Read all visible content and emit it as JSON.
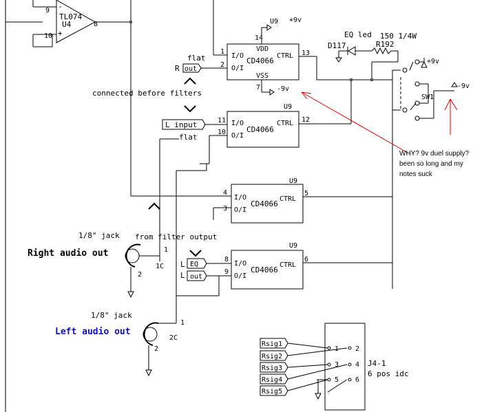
{
  "opamp": {
    "part": "TL074",
    "ref": "U4",
    "pin_minus": "9",
    "pin_plus": "10",
    "pin_out": "8",
    "minus_sign": "-",
    "plus_sign": "+"
  },
  "u9a": {
    "ref": "U9",
    "part": "CD4066",
    "io": "I/O",
    "oi": "O/I",
    "ctrl": "CTRL",
    "vdd": "VDD",
    "vss": "VSS",
    "p1": "1",
    "p2": "2",
    "p13": "13",
    "p14": "14",
    "p7": "7",
    "vplus": "+9v",
    "vminus": "-9v"
  },
  "u9b": {
    "ref": "U9",
    "part": "CD4066",
    "io": "I/O",
    "oi": "O/I",
    "ctrl": "CTRL",
    "p11": "11",
    "p10": "10",
    "p12": "12"
  },
  "u9c": {
    "ref": "U9",
    "part": "CD4066",
    "io": "I/O",
    "oi": "O/I",
    "ctrl": "CTRL",
    "p4": "4",
    "p3": "3",
    "p5": "5"
  },
  "u9d": {
    "ref": "U9",
    "part": "CD4066",
    "io": "I/O",
    "oi": "O/I",
    "ctrl": "CTRL",
    "p8": "8",
    "p9": "9",
    "p6": "6"
  },
  "led": {
    "ref": "D117",
    "label": "EQ led",
    "res_ref": "R192",
    "res_value": "150 1/4W"
  },
  "switch": {
    "ref": "SW1",
    "vplus": "+9v",
    "vminus": "-9v"
  },
  "connectors": {
    "r_out": "out",
    "r_prefix": "R",
    "l_input": "L input",
    "l_eq": "EQ",
    "l_out": "out",
    "l_prefix_1": "L",
    "l_prefix_2": "L",
    "flat_1": "flat",
    "flat_2": "flat"
  },
  "annotations": {
    "connected": "connected before filters",
    "from_filter": "from filter output",
    "why": "WHY? 9v duel supply?",
    "why2": "been so long and my",
    "why3": "notes suck"
  },
  "jack_right": {
    "label": "1/8\" jack",
    "title": "Right audio out",
    "ref": "1C",
    "pin1": "1",
    "pin2": "2"
  },
  "jack_left": {
    "label": "1/8\" jack",
    "title": "Left audio out",
    "ref": "2C",
    "pin1": "1",
    "pin2": "2",
    "title_color": "#1010c0"
  },
  "idc": {
    "ref": "J4-1",
    "desc": "6 pos idc",
    "signals": [
      "Rsig1",
      "Rsig2",
      "Rsig3",
      "Rsig4",
      "Rsig5"
    ],
    "pins": [
      "1",
      "2",
      "3",
      "4",
      "5",
      "6"
    ]
  },
  "colors": {
    "wire": "#000000",
    "arrow": "#e00000",
    "blue_label": "#1010c0"
  }
}
